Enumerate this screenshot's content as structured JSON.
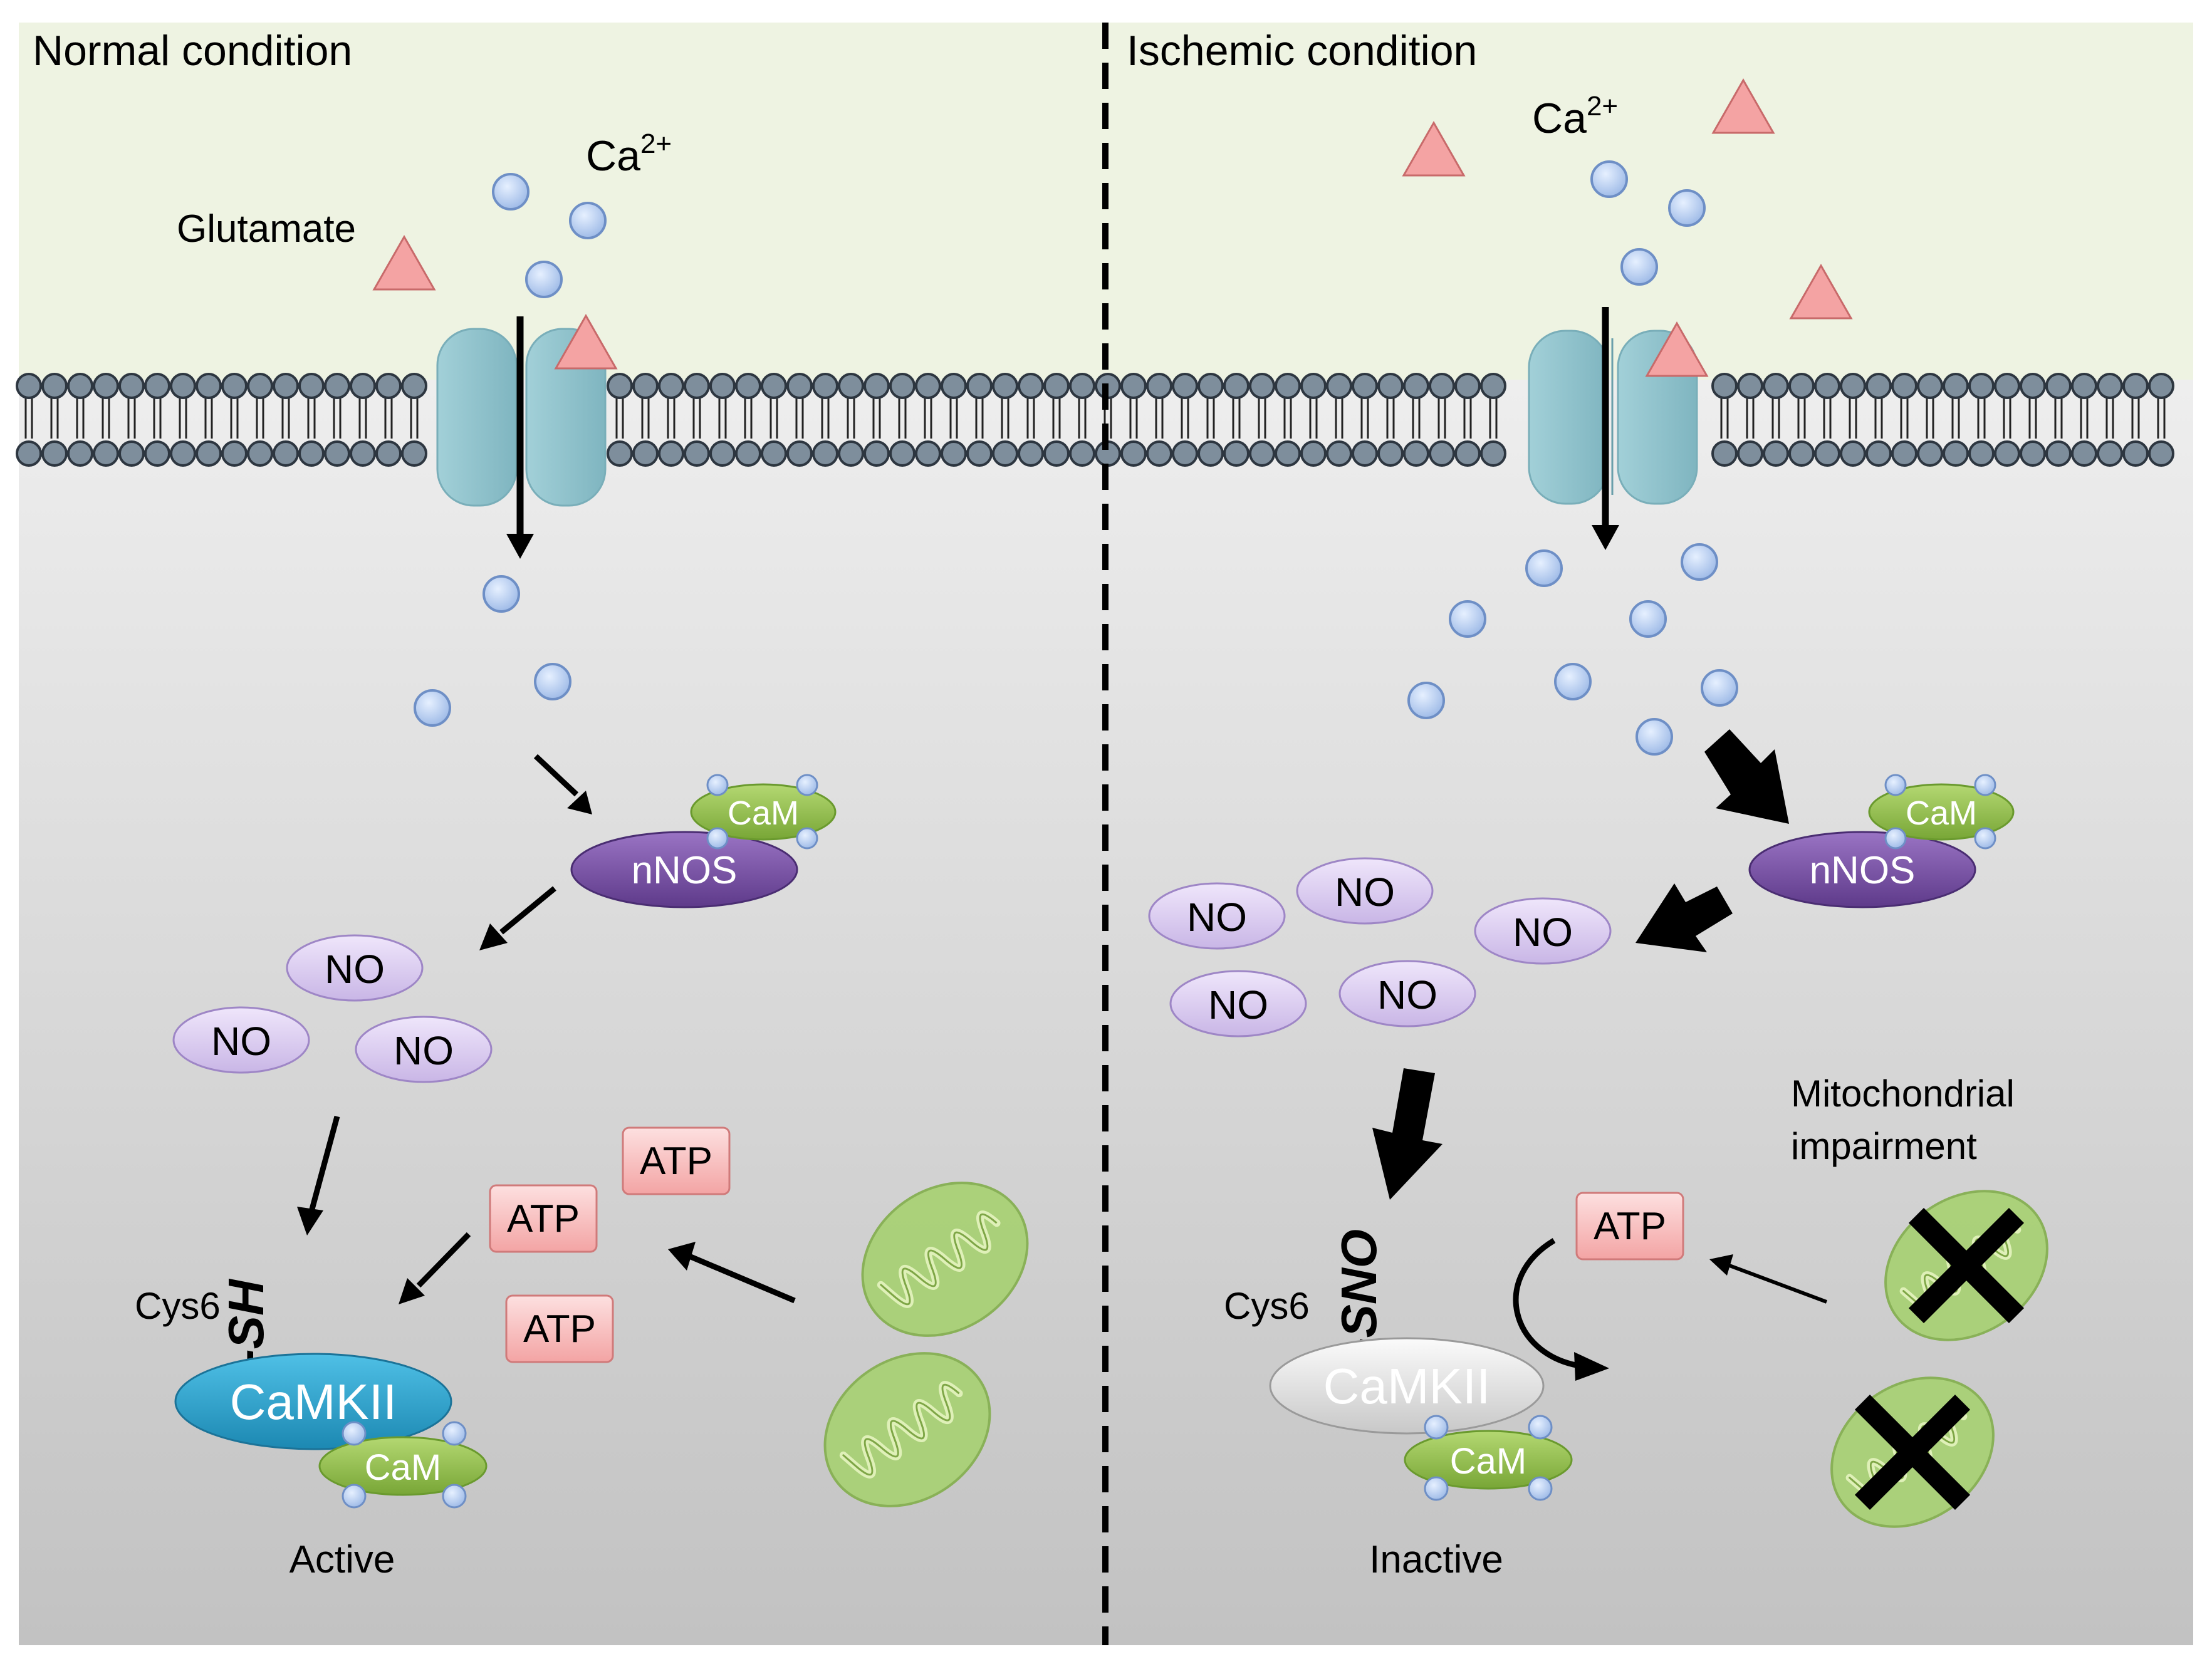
{
  "panels": {
    "normal": {
      "title": "Normal condition",
      "ca_label": "Ca",
      "ca_sup": "2+",
      "glutamate_label": "Glutamate",
      "nnos_label": "nNOS",
      "cam_label": "CaM",
      "no_labels": [
        "NO",
        "NO",
        "NO"
      ],
      "atp_labels": [
        "ATP",
        "ATP",
        "ATP"
      ],
      "cys_label": "Cys6",
      "thiol_label": "-SH",
      "camkii_label": "CaMKII",
      "camkii_cam_label": "CaM",
      "state_label": "Active"
    },
    "ischemic": {
      "title": "Ischemic condition",
      "ca_label": "Ca",
      "ca_sup": "2+",
      "nnos_label": "nNOS",
      "cam_label": "CaM",
      "no_labels": [
        "NO",
        "NO",
        "NO",
        "NO",
        "NO"
      ],
      "atp_label": "ATP",
      "mito_label_line1": "Mitochondrial",
      "mito_label_line2": "impairment",
      "cys_label": "Cys6",
      "thiol_label": "-SNO",
      "camkii_label": "CaMKII",
      "camkii_cam_label": "CaM",
      "state_label": "Inactive"
    }
  },
  "colors": {
    "extracellular": "#eef3e2",
    "intracellular_top": "#ececec",
    "intracellular_bottom": "#c4c4c4",
    "lipid_head": "#7e8e9c",
    "channel": "#8fc3cd",
    "calcium": "#bcd3f3",
    "glutamate": "#f4a3a3",
    "nnos": "#7e55a8",
    "cam": "#92c04a",
    "no": "#d7c8ee",
    "atp": "#f6b8b8",
    "camkii_active": "#2ea6cf",
    "camkii_inactive": "#e6e6e6",
    "mitochondrion": "#a9d176"
  }
}
